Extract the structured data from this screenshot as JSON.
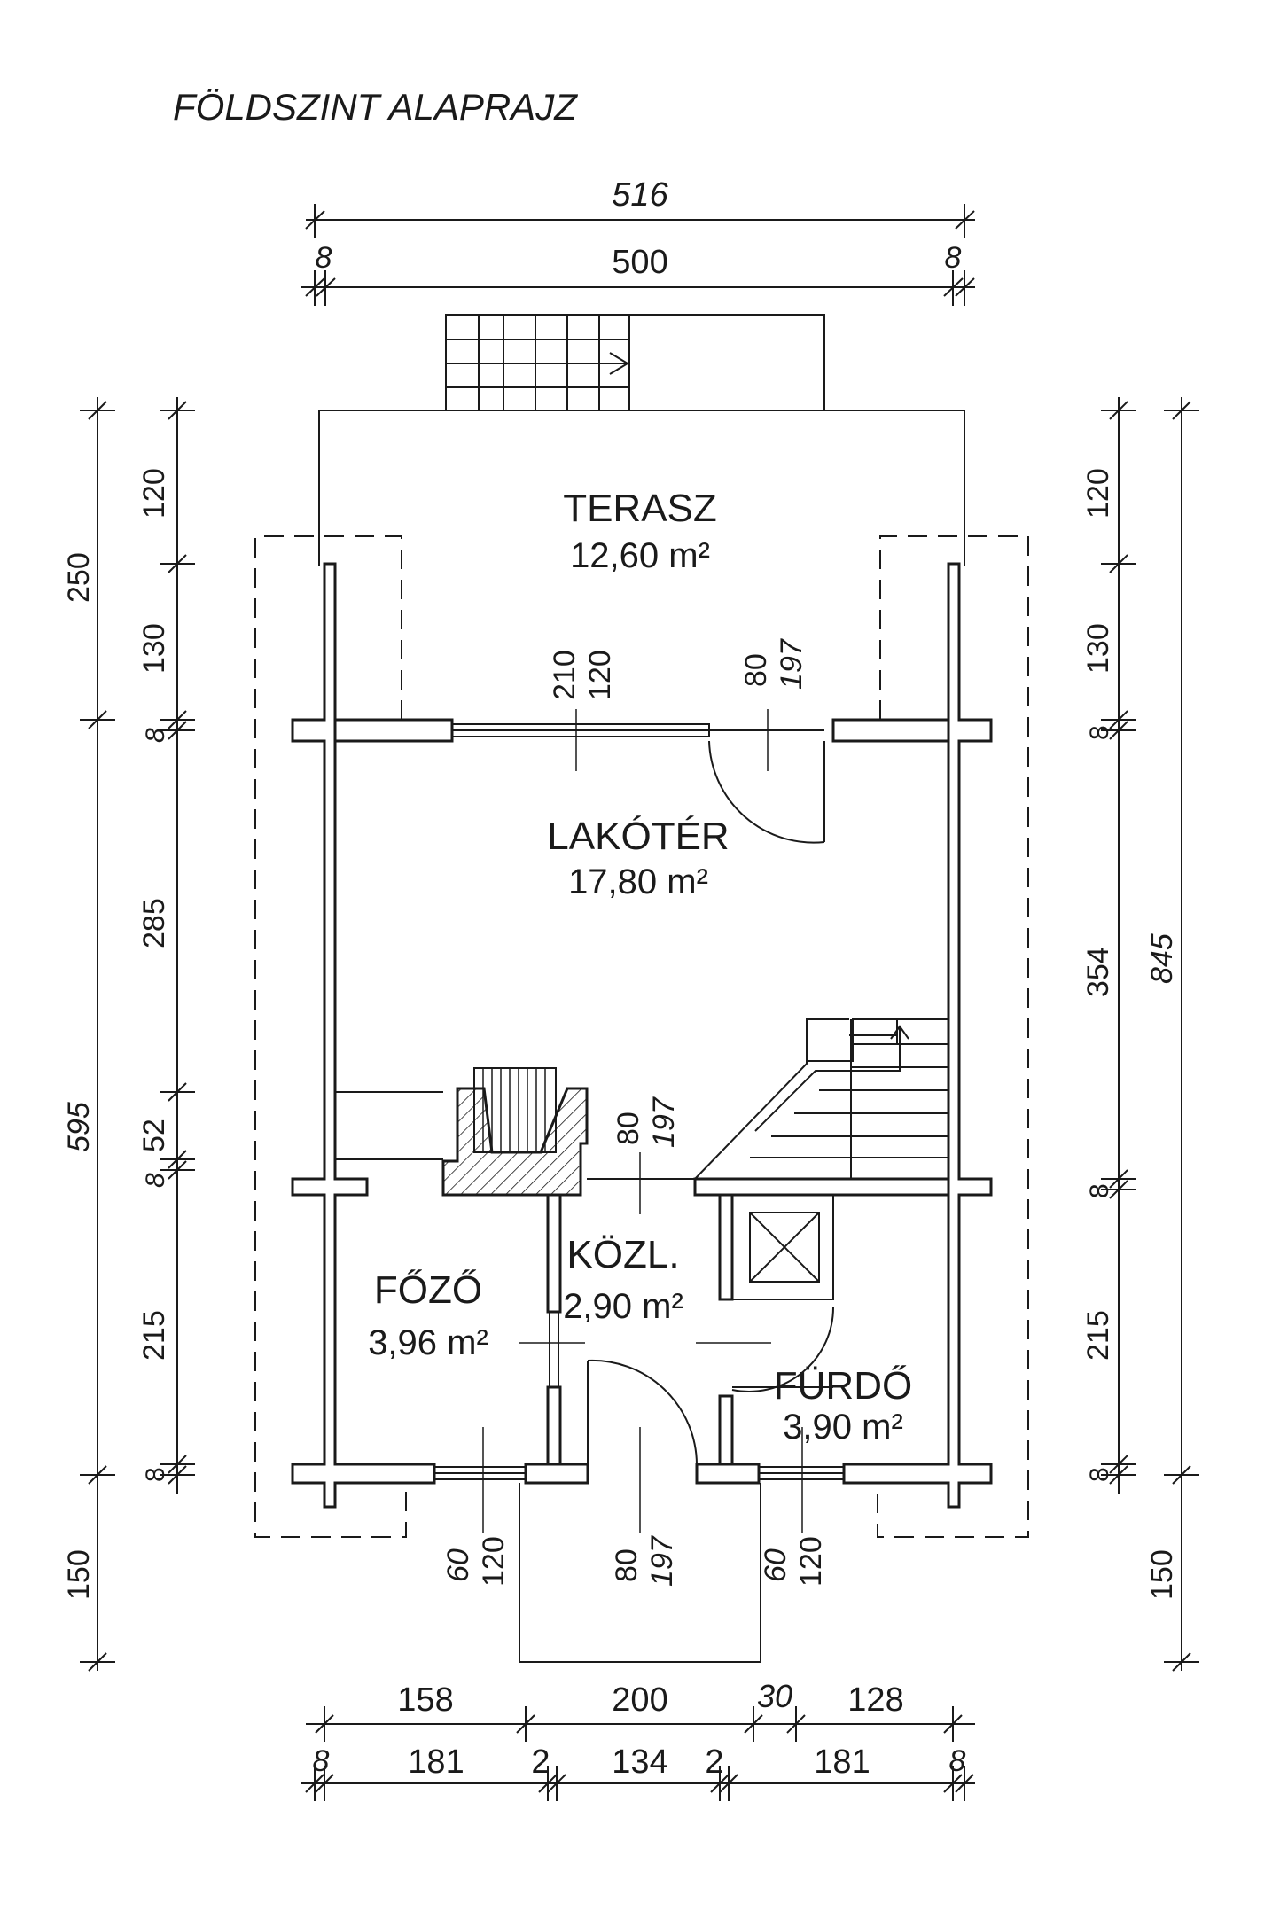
{
  "title": "FÖLDSZINT ALAPRAJZ",
  "rooms": {
    "terasz": {
      "name": "TERASZ",
      "area": "12,60 m²"
    },
    "lakoter": {
      "name": "LAKÓTÉR",
      "area": "17,80 m²"
    },
    "fozo": {
      "name": "FŐZŐ",
      "area": "3,96 m²"
    },
    "kozl": {
      "name": "KÖZL.",
      "area": "2,90 m²"
    },
    "furdo": {
      "name": "FÜRDŐ",
      "area": "3,90 m²"
    }
  },
  "dimensions": {
    "top_overall": "516",
    "top_left_wall": "8",
    "top_inner": "500",
    "top_right_wall": "8",
    "left_inner": [
      "120",
      "130",
      "8",
      "285",
      "52",
      "8",
      "215",
      "8"
    ],
    "left_outer": [
      "250",
      "595",
      "150"
    ],
    "right_inner": [
      "120",
      "130",
      "8",
      "354",
      "8",
      "215",
      "8"
    ],
    "right_outer": [
      "845",
      "150"
    ],
    "bottom_upper": [
      "158",
      "200",
      "30",
      "128"
    ],
    "bottom_lower": [
      "8",
      "181",
      "2",
      "134",
      "2",
      "181",
      "8"
    ]
  },
  "openings": {
    "window_terrace": {
      "width": "210",
      "height": "120"
    },
    "door_terrace": {
      "width": "80",
      "height": "197"
    },
    "door_kozl": {
      "width": "80",
      "height": "197"
    },
    "window_fozo": {
      "width": "60",
      "height": "120"
    },
    "door_entry": {
      "width": "80",
      "height": "197"
    },
    "window_furdo": {
      "width": "60",
      "height": "120"
    }
  }
}
